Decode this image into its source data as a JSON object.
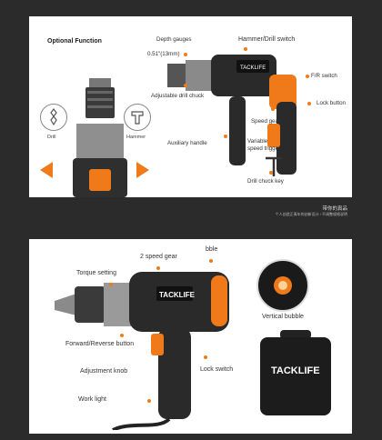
{
  "top_panel": {
    "title": "Optional Function",
    "modes": [
      "Drill",
      "Hammer"
    ],
    "labels": {
      "depth_gauges": "Depth gauges",
      "chuck_size": "0.51\"(13mm)",
      "hammer_drill_switch": "Hammer/Drill switch",
      "fr_switch": "F/R switch",
      "adjustable_drill_chuck": "Adjustable drill chuck",
      "lock_button": "Lock button",
      "speed_gear": "Speed gear",
      "auxiliary_handle": "Auxiliary handle",
      "variable_speed_trigger": "Variable\nspeed trigger",
      "drill_chuck_key": "Drill chuck key"
    },
    "brand": "TACKLIFE"
  },
  "caption": {
    "line1": "带你的真品",
    "line2": "个人创造正青年的创新设计 / 不调整规格说明"
  },
  "bottom_panel": {
    "labels": {
      "two_speed_gear": "2 speed gear",
      "bubble": "bble",
      "torque_setting": "Torque setting",
      "vertical_bubble": "Vertical bubble",
      "forward_reverse": "Forward/Reverse button",
      "adjustment_knob": "Adjustment knob",
      "lock_switch": "Lock switch",
      "work_light": "Work light"
    },
    "brand": "TACKLIFE"
  },
  "colors": {
    "accent": "#f07a1a",
    "tool_dark": "#2a2a2a",
    "tool_gray": "#8a8a8a"
  }
}
